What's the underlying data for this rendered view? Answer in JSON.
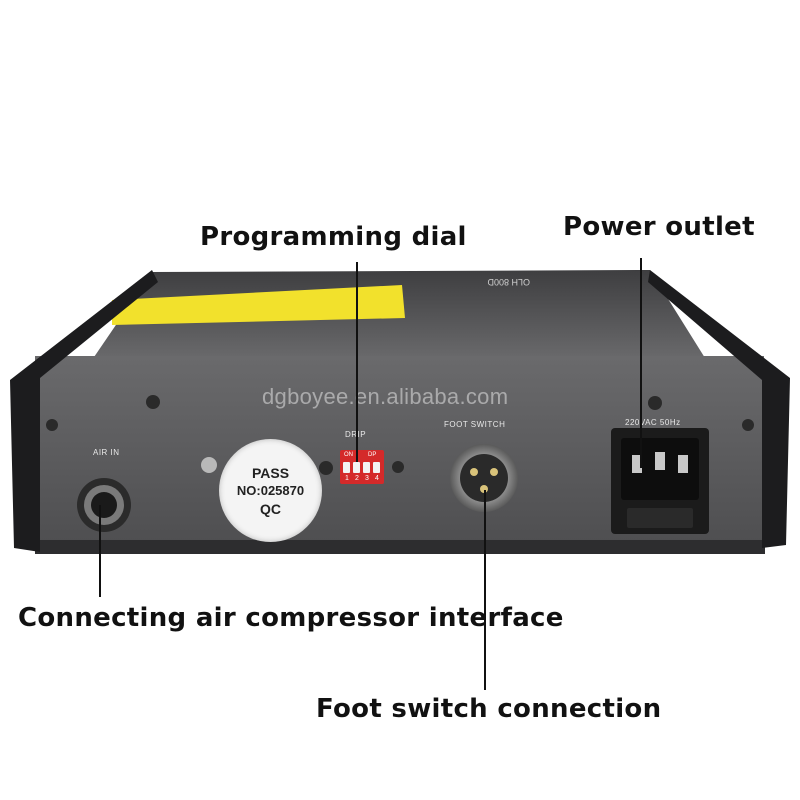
{
  "callouts": {
    "programming_dial": "Programming dial",
    "power_outlet": "Power outlet",
    "air_interface": "Connecting air compressor interface",
    "foot_switch": "Foot switch connection"
  },
  "panel_labels": {
    "air_in": "AIR IN",
    "drip": "DRIP",
    "foot_switch": "FOOT SWITCH",
    "voltage": "220VAC 50Hz"
  },
  "dip_switch": {
    "on": "ON",
    "dp": "DP",
    "positions": [
      "1",
      "2",
      "3",
      "4"
    ]
  },
  "sticker": {
    "line1": "PASS",
    "line2": "NO:025870",
    "line3": "QC"
  },
  "watermark": "dgboyee.en.alibaba.com",
  "colors": {
    "panel": "#58585a",
    "body_side": "#1f1f21",
    "yellow_label": "#f2e12c",
    "dip_red": "#d42a2a",
    "callout_text": "#111111"
  }
}
